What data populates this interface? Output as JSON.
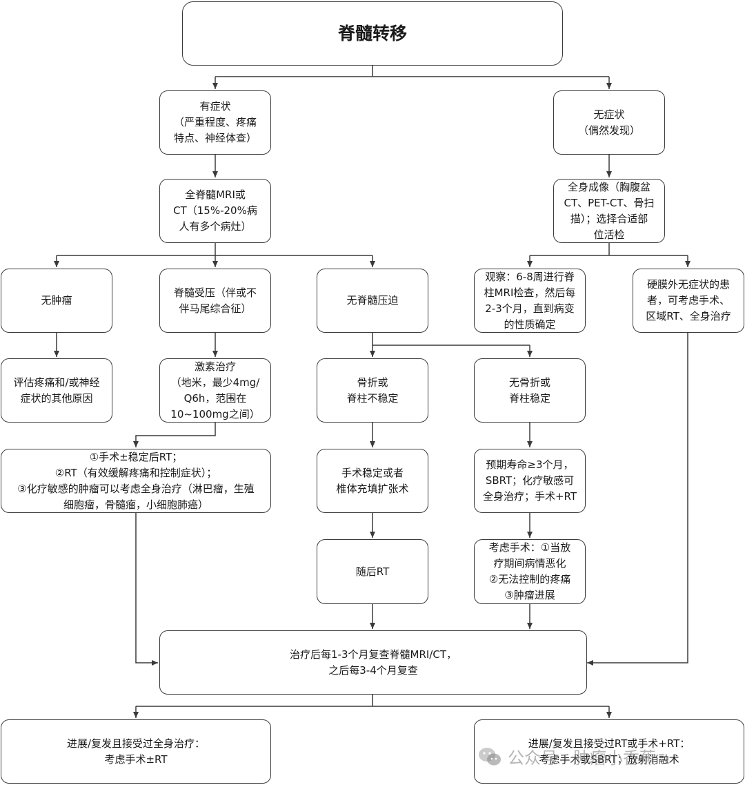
{
  "title": "脊髓转移",
  "nodes": {
    "symptomatic": "有症状\n（严重程度、疼痛\n特点、神经体查）",
    "asymptomatic": "无症状\n（偶然发现）",
    "full_mri": "全脊髓MRI或\nCT（15%-20%病\n人有多个病灶）",
    "whole_body": "全身成像（胸腹盆\nCT、PET-CT、骨扫\n描）；选择合适部\n位活检",
    "no_tumor": "无肿瘤",
    "cord_compression": "脊髓受压（伴或不\n伴马尾综合征）",
    "no_compression": "无脊髓压迫",
    "observe": "观察：6-8周进行脊\n柱MRI检查，然后每\n2-3个月，直到病变\n的性质确定",
    "extradural": "硬膜外无症状的患\n者，可考虑手术、\n区域RT、全身治疗",
    "evaluate_pain": "评估疼痛和/或神经\n症状的其他原因",
    "steroid": "激素治疗\n（地米，最少4mg/\nQ6h，范围在\n10~100mg之间）",
    "fracture": "骨折或\n脊柱不稳定",
    "no_fracture": "无骨折或\n脊柱稳定",
    "options": "①手术±稳定后RT；\n②RT（有效缓解疼痛和控制症状）；\n③化疗敏感的肿瘤可以考虑全身治疗（淋巴瘤，生殖\n细胞瘤，骨髓瘤，小细胞肺癌）",
    "surgery_stab": "手术稳定或者\n椎体充填扩张术",
    "sbrt": "预期寿命≥3个月，\nSBRT；化疗敏感可\n全身治疗；手术+RT",
    "then_rt": "随后RT",
    "consider_surgery": "考虑手术：①当放\n疗期间病情恶化\n②无法控制的疼痛\n③肿瘤进展",
    "followup": "治疗后每1-3个月复查脊髓MRI/CT，\n之后每3-4个月复查",
    "prog_systemic": "进展/复发且接受过全身治疗：\n考虑手术±RT",
    "prog_rt": "进展/复发且接受过RT或手术+RT：\n考虑手术或SBRT；放射消融术"
  },
  "watermark": "公众号 · 肿瘤小香蕉",
  "colors": {
    "line": "#3a3a3a",
    "border": "#3a3a3a"
  }
}
